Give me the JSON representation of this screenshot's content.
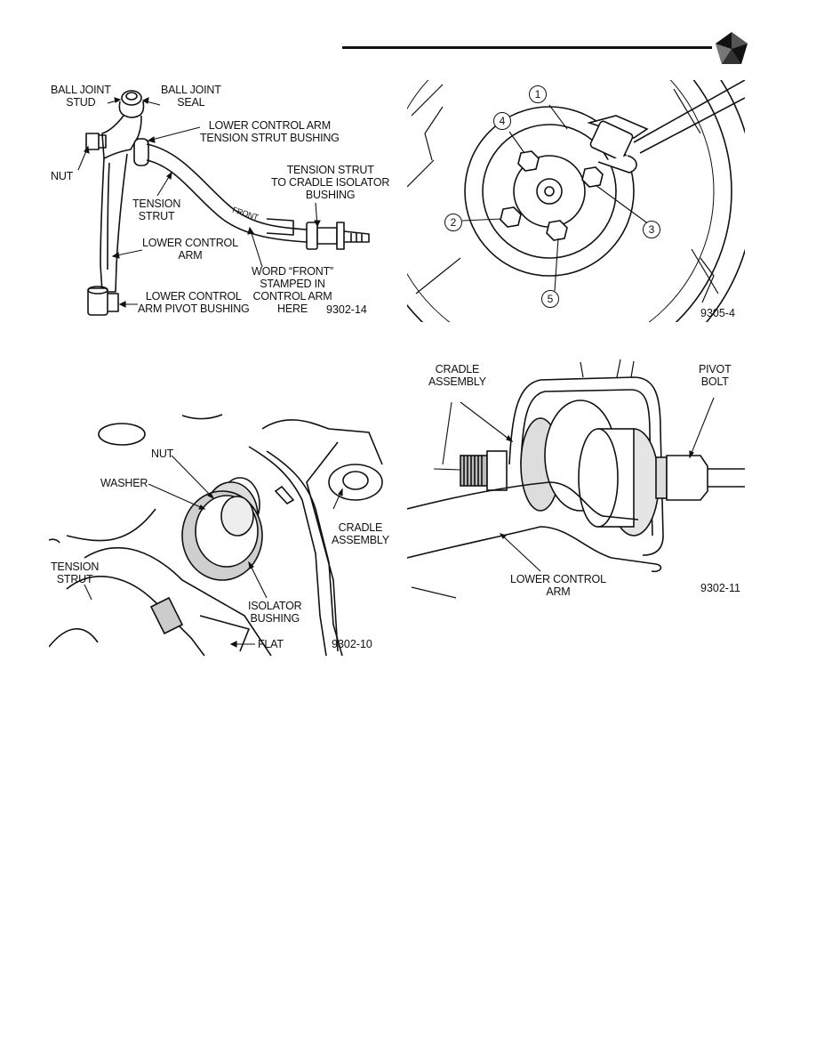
{
  "header": {
    "logo_icon": "pentastar-icon"
  },
  "figures": {
    "fig_9302_14": {
      "code": "9302-14",
      "labels": {
        "ball_joint_stud": "BALL JOINT\nSTUD",
        "ball_joint_seal": "BALL JOINT\nSEAL",
        "tension_strut_bushing": "LOWER CONTROL ARM\nTENSION STRUT BUSHING",
        "nut": "NUT",
        "cradle_isolator_bushing": "TENSION STRUT\nTO CRADLE ISOLATOR\nBUSHING",
        "tension_strut": "TENSION\nSTRUT",
        "lower_control_arm": "LOWER CONTROL\nARM",
        "word_front": "WORD “FRONT”\nSTAMPED IN\nCONTROL ARM\nHERE",
        "pivot_bushing": "LOWER CONTROL\nARM PIVOT BUSHING",
        "front_stamp": "FRONT"
      }
    },
    "fig_9305_4": {
      "code": "9305-4",
      "callouts": [
        "1",
        "2",
        "3",
        "4",
        "5"
      ]
    },
    "fig_9302_10": {
      "code": "9302-10",
      "labels": {
        "nut": "NUT",
        "washer": "WASHER",
        "cradle_assembly": "CRADLE\nASSEMBLY",
        "tension_strut": "TENSION\nSTRUT",
        "isolator_bushing": "ISOLATOR\nBUSHING",
        "flat": "FLAT"
      }
    },
    "fig_9302_11": {
      "code": "9302-11",
      "labels": {
        "cradle_assembly": "CRADLE\nASSEMBLY",
        "pivot_bolt": "PIVOT\nBOLT",
        "lower_control_arm": "LOWER CONTROL\nARM"
      }
    }
  }
}
